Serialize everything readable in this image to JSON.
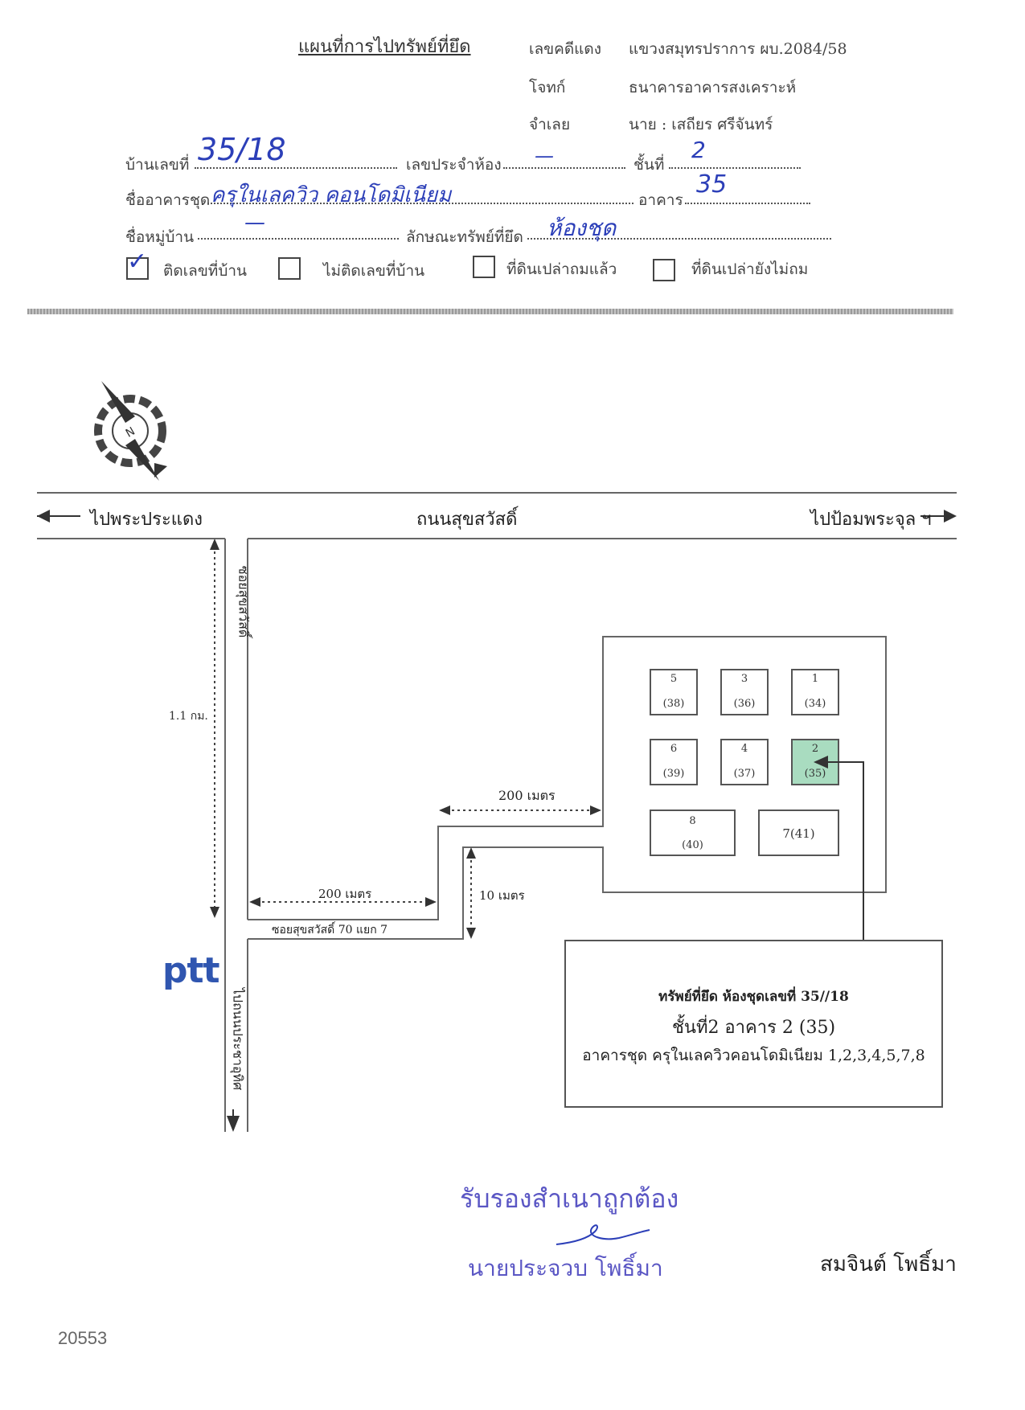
{
  "header": {
    "title": "แผนที่การไปทรัพย์ที่ยึด",
    "case_label": "เลขคดีแดง",
    "case_value": "แขวงสมุทรปราการ ผบ.2084/58",
    "plaintiff_label": "โจทก์",
    "plaintiff_value": "ธนาคารอาคารสงเคราะห์",
    "defendant_label": "จำเลย",
    "defendant_value": "นาย :  เสถียร  ศรีจันทร์"
  },
  "form": {
    "house_no_label": "บ้านเลขที่",
    "house_no_value": "35/18",
    "room_no_label": "เลขประจำห้อง",
    "room_no_value": "—",
    "floor_label": "ชั้นที่",
    "floor_value": "2",
    "condo_name_label": "ชื่ออาคารชุด",
    "condo_name_value": "ครุในเลควิว คอนโดมิเนียม",
    "building_label": "อาคาร",
    "building_value": "35",
    "village_label": "ชื่อหมู่บ้าน",
    "village_value": "—",
    "property_type_label": "ลักษณะทรัพย์ที่ยึด",
    "property_type_value": "ห้องชุด",
    "checkboxes": [
      {
        "label": "ติดเลขที่บ้าน",
        "checked": true
      },
      {
        "label": "ไม่ติดเลขที่บ้าน",
        "checked": false
      },
      {
        "label": "ที่ดินเปล่าถมแล้ว",
        "checked": false
      },
      {
        "label": "ที่ดินเปล่ายังไม่ถม",
        "checked": false
      }
    ]
  },
  "map": {
    "left_direction": "ไปพระประแดง",
    "main_road": "ถนนสุขสวัสดิ์",
    "right_direction": "ไปป้อมพระจุล ฯ",
    "soi_name": "ซอยสุขสวัสดิ์",
    "distance_km": "1.1 กม.",
    "dist_200_upper": "200 เมตร",
    "dist_200_lower": "200 เมตร",
    "dist_10": "10 เมตร",
    "soi_branch": "ซอยสุขสวัสดิ์ 70 แยก 7",
    "ptt_logo": "ptt",
    "down_direction": "ไปถนนประชาอุทิศ",
    "buildings": [
      {
        "num": "5",
        "code": "(38)"
      },
      {
        "num": "3",
        "code": "(36)"
      },
      {
        "num": "1",
        "code": "(34)"
      },
      {
        "num": "6",
        "code": "(39)"
      },
      {
        "num": "4",
        "code": "(37)"
      },
      {
        "num": "2",
        "code": "(35)",
        "highlight": true
      },
      {
        "num": "8",
        "code": "(40)"
      },
      {
        "num": "7(41)",
        "code": ""
      }
    ],
    "highlight_color": "#a9dcc0",
    "box_line1": "ทรัพย์ที่ยึด ห้องชุดเลขที่ 35//18",
    "box_line2": "ชั้นที่2  อาคาร 2 (35)",
    "box_line3": "อาคารชุด ครุในเลควิวคอนโดมิเนียม 1,2,3,4,5,7,8"
  },
  "footer": {
    "certify": "รับรองสำเนาถูกต้อง",
    "signer": "นายประจวบ  โพธิ์มา",
    "right_name": "สมจินต์ โพธิ์มา",
    "page_no": "20553"
  },
  "colors": {
    "ink": "#2c3fb8",
    "stamp": "#5a56c4",
    "ptt_blue": "#3056b0",
    "ptt_red": "#d0342c"
  }
}
